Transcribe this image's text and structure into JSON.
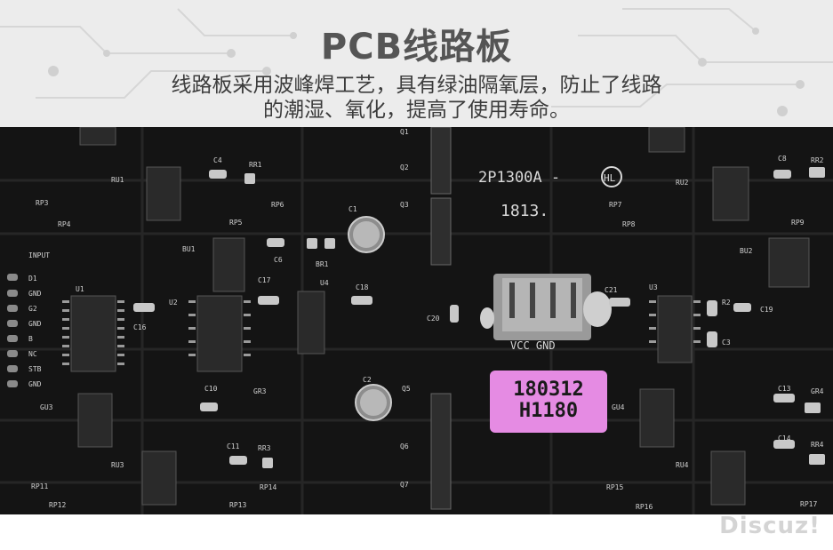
{
  "header": {
    "title": "PCB线路板",
    "description_line1": "线路板采用波峰焊工艺，具有绿油隔氧层，防止了线路",
    "description_line2": "的潮湿、氧化，提高了使用寿命。"
  },
  "board": {
    "marking_model": "2P1300A - ",
    "marking_logo": "HL",
    "marking_date": "1813.",
    "connector_label": "VCC  GND",
    "sticker_line1": "180312",
    "sticker_line2": "H1180",
    "input_label": "INPUT",
    "pins": [
      "D1",
      "GND",
      "G2",
      "GND",
      "B",
      "NC",
      "STB",
      "GND"
    ],
    "components": [
      "RU1",
      "RR1",
      "C4",
      "RP3",
      "RP4",
      "RP5",
      "RP6",
      "C1",
      "BU1",
      "C6",
      "BR1",
      "Q1",
      "Q2",
      "Q3",
      "U1",
      "U2",
      "C16",
      "C17",
      "U4",
      "C18",
      "C20",
      "C21",
      "U3",
      "RP7",
      "RP8",
      "RU2",
      "C8",
      "RR2",
      "RP9",
      "BU2",
      "R2",
      "C19",
      "C3",
      "GU3",
      "C10",
      "GR3",
      "C2",
      "Q5",
      "GU4",
      "C13",
      "GR4",
      "C11",
      "RR3",
      "RU3",
      "RP11",
      "RP12",
      "RP13",
      "RP14",
      "Q6",
      "Q7",
      "RP15",
      "RP16",
      "RU4",
      "C14",
      "RR4",
      "RP17"
    ]
  },
  "watermark": "Discuz!",
  "colors": {
    "header_bg": "#ececec",
    "title": "#555555",
    "board_bg": "#121212",
    "sticker": "#e58be3"
  }
}
